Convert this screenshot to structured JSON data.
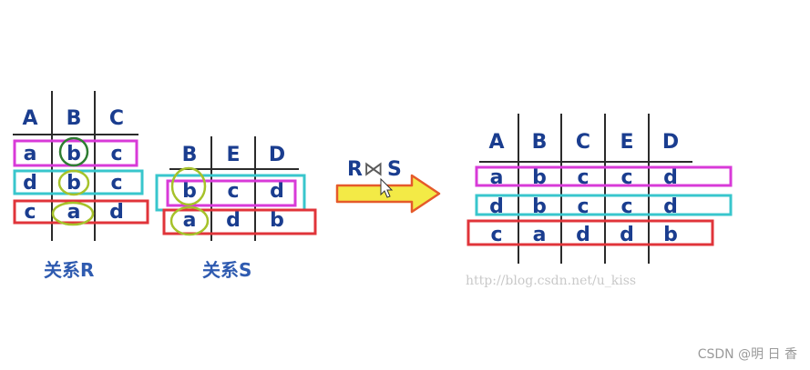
{
  "colors": {
    "text": "#1a3d8f",
    "caption": "#2f5bb0",
    "grid": "#2b2b2b",
    "magenta": "#d83ad8",
    "cyan": "#38c6cc",
    "red": "#e0343a",
    "olive": "#a6c22a",
    "green": "#2e7d32",
    "arrow_fill": "#f3ea46",
    "arrow_stroke": "#e55a2a"
  },
  "relation_r": {
    "caption": "关系R",
    "headers": [
      "A",
      "B",
      "C"
    ],
    "rows": [
      [
        "a",
        "b",
        "c"
      ],
      [
        "d",
        "b",
        "c"
      ],
      [
        "c",
        "a",
        "d"
      ]
    ]
  },
  "relation_s": {
    "caption": "关系S",
    "headers": [
      "B",
      "E",
      "D"
    ],
    "rows": [
      [
        "b",
        "c",
        "d"
      ],
      [
        "a",
        "d",
        "b"
      ]
    ]
  },
  "operator": {
    "left": "R",
    "symbol": "⋈",
    "right": "S"
  },
  "result": {
    "headers": [
      "A",
      "B",
      "C",
      "E",
      "D"
    ],
    "rows": [
      [
        "a",
        "b",
        "c",
        "c",
        "d"
      ],
      [
        "d",
        "b",
        "c",
        "c",
        "d"
      ],
      [
        "c",
        "a",
        "d",
        "d",
        "b"
      ]
    ]
  },
  "watermark": "http://blog.csdn.net/u_kiss",
  "credit": "CSDN @明 日 香"
}
